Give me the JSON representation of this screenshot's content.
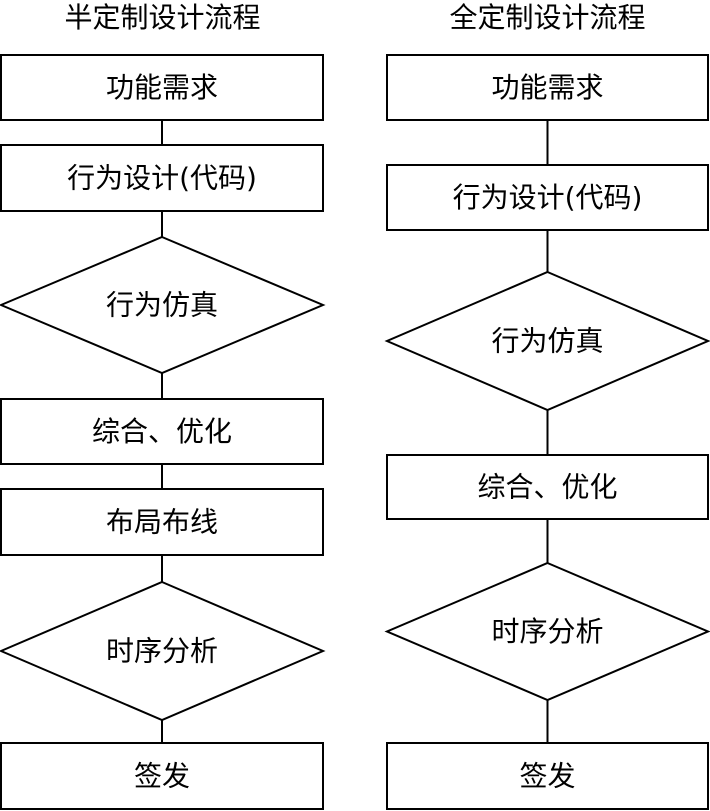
{
  "columns": [
    {
      "title": "半定制设计流程",
      "steps": [
        {
          "kind": "rect",
          "text": "功能需求"
        },
        {
          "kind": "rect",
          "text": "行为设计(代码)"
        },
        {
          "kind": "diamond",
          "text": "行为仿真"
        },
        {
          "kind": "rect",
          "text": "综合、优化"
        },
        {
          "kind": "rect",
          "text": "布局布线"
        },
        {
          "kind": "diamond",
          "text": "时序分析"
        },
        {
          "kind": "rect",
          "text": "签发"
        }
      ]
    },
    {
      "title": "全定制设计流程",
      "steps": [
        {
          "kind": "rect",
          "text": "功能需求"
        },
        {
          "kind": "rect",
          "text": "行为设计(代码)"
        },
        {
          "kind": "diamond",
          "text": "行为仿真"
        },
        {
          "kind": "rect",
          "text": "综合、优化"
        },
        {
          "kind": "diamond",
          "text": "时序分析"
        },
        {
          "kind": "rect",
          "text": "签发"
        }
      ]
    }
  ]
}
